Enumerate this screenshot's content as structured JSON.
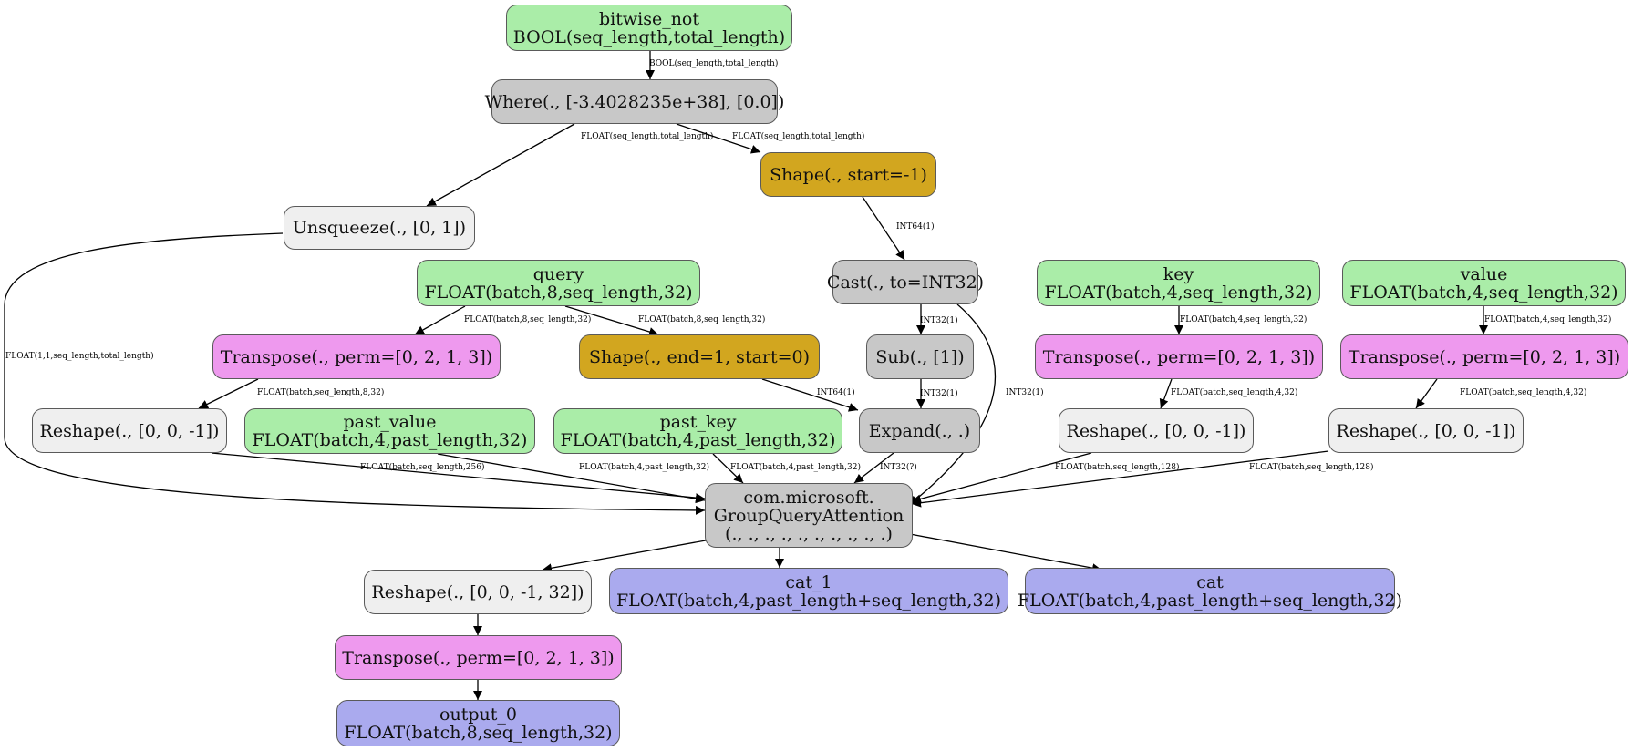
{
  "nodes": {
    "bitwise_not": {
      "line1": "bitwise_not",
      "line2": "BOOL(seq_length,total_length)"
    },
    "where": {
      "label": "Where(., [-3.4028235e+38], [0.0])"
    },
    "shape_start": {
      "label": "Shape(., start=-1)"
    },
    "unsqueeze": {
      "label": "Unsqueeze(., [0, 1])"
    },
    "cast": {
      "label": "Cast(., to=INT32)"
    },
    "query": {
      "line1": "query",
      "line2": "FLOAT(batch,8,seq_length,32)"
    },
    "key": {
      "line1": "key",
      "line2": "FLOAT(batch,4,seq_length,32)"
    },
    "value": {
      "line1": "value",
      "line2": "FLOAT(batch,4,seq_length,32)"
    },
    "transpose_q": {
      "label": "Transpose(., perm=[0, 2, 1, 3])"
    },
    "shape_end": {
      "label": "Shape(., end=1, start=0)"
    },
    "sub": {
      "label": "Sub(., [1])"
    },
    "transpose_k": {
      "label": "Transpose(., perm=[0, 2, 1, 3])"
    },
    "transpose_v": {
      "label": "Transpose(., perm=[0, 2, 1, 3])"
    },
    "reshape_q": {
      "label": "Reshape(., [0, 0, -1])"
    },
    "past_value": {
      "line1": "past_value",
      "line2": "FLOAT(batch,4,past_length,32)"
    },
    "past_key": {
      "line1": "past_key",
      "line2": "FLOAT(batch,4,past_length,32)"
    },
    "expand": {
      "label": "Expand(., .)"
    },
    "reshape_k": {
      "label": "Reshape(., [0, 0, -1])"
    },
    "reshape_v": {
      "label": "Reshape(., [0, 0, -1])"
    },
    "gqa": {
      "line1": "com.microsoft.",
      "line2": "GroupQueryAttention",
      "line3": "(., ., ., ., ., ., ., ., ., .)"
    },
    "reshape_out": {
      "label": "Reshape(., [0, 0, -1, 32])"
    },
    "cat_1": {
      "line1": "cat_1",
      "line2": "FLOAT(batch,4,past_length+seq_length,32)"
    },
    "cat": {
      "line1": "cat",
      "line2": "FLOAT(batch,4,past_length+seq_length,32)"
    },
    "transpose_out": {
      "label": "Transpose(., perm=[0, 2, 1, 3])"
    },
    "output_0": {
      "line1": "output_0",
      "line2": "FLOAT(batch,8,seq_length,32)"
    }
  },
  "edges": {
    "bitwise_where": "BOOL(seq_length,total_length)",
    "where_unsqueeze": "FLOAT(seq_length,total_length)",
    "where_shape": "FLOAT(seq_length,total_length)",
    "shape_cast": "INT64(1)",
    "cast_sub": "INT32(1)",
    "sub_expand": "INT32(1)",
    "cast_gqa": "INT32(1)",
    "query_transpose": "FLOAT(batch,8,seq_length,32)",
    "query_shape": "FLOAT(batch,8,seq_length,32)",
    "unsqueeze_gqa": "FLOAT(1,1,seq_length,total_length)",
    "transposeq_reshape": "FLOAT(batch,seq_length,8,32)",
    "shape_expand": "INT64(1)",
    "key_transpose": "FLOAT(batch,4,seq_length,32)",
    "value_transpose": "FLOAT(batch,4,seq_length,32)",
    "transposek_reshape": "FLOAT(batch,seq_length,4,32)",
    "transposev_reshape": "FLOAT(batch,seq_length,4,32)",
    "reshapeq_gqa": "FLOAT(batch,seq_length,256)",
    "pastvalue_gqa": "FLOAT(batch,4,past_length,32)",
    "pastkey_gqa": "FLOAT(batch,4,past_length,32)",
    "expand_gqa": "INT32(?)",
    "reshapek_gqa": "FLOAT(batch,seq_length,128)",
    "reshapev_gqa": "FLOAT(batch,seq_length,128)"
  },
  "colors": {
    "operator": "#c8c8c8",
    "reshape_unsqueeze": "#efefef",
    "input": "#aaeda8",
    "transpose": "#ee99ee",
    "shape": "#d2a61f",
    "output": "#aaaaee"
  }
}
